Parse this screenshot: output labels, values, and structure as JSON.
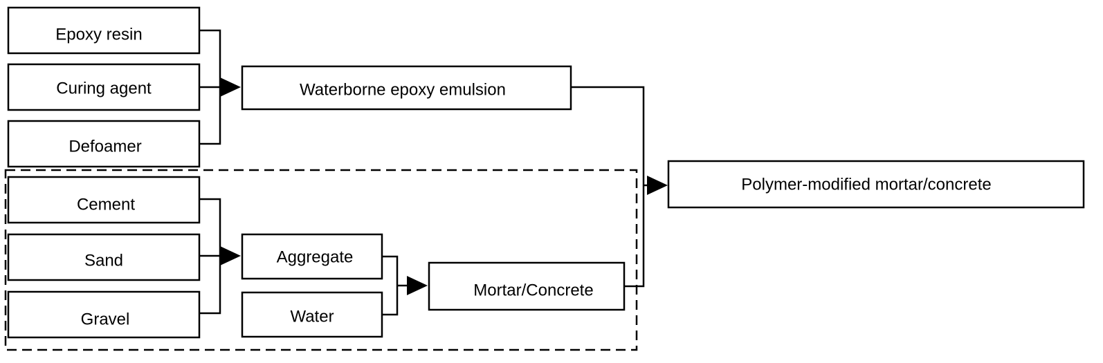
{
  "nodes": {
    "epoxy_resin": "Epoxy resin",
    "curing_agent": "Curing agent",
    "defoamer": "Defoamer",
    "waterborne_epoxy_emulsion": "Waterborne epoxy emulsion",
    "cement": "Cement",
    "sand": "Sand",
    "gravel": "Gravel",
    "aggregate": "Aggregate",
    "water": "Water",
    "mortar_concrete": "Mortar/Concrete",
    "polymer_modified": "Polymer-modified mortar/concrete"
  },
  "colors": {
    "line": "#000000",
    "box_fill": "#ffffff"
  }
}
